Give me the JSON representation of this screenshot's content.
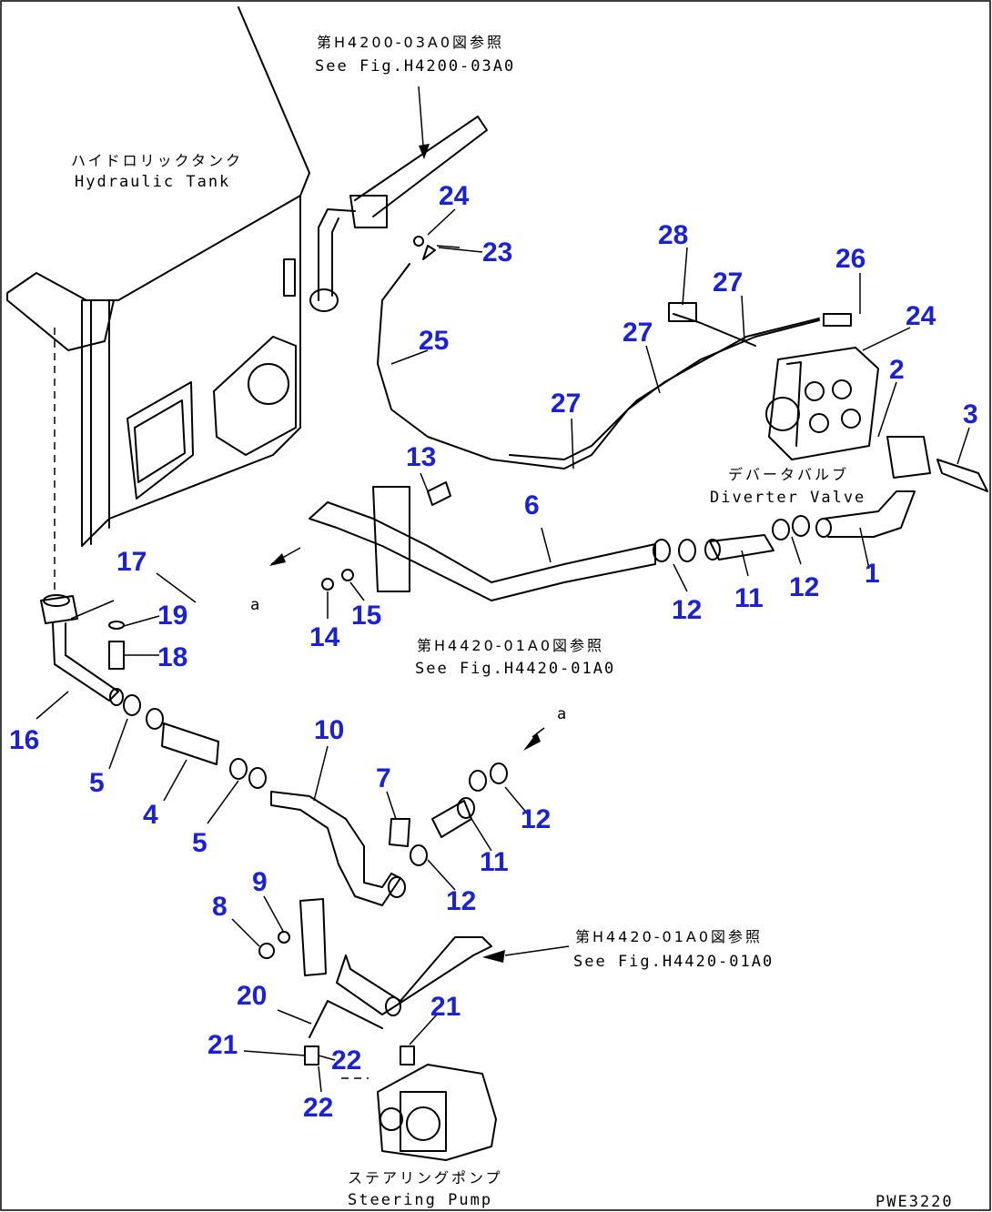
{
  "labels": {
    "tank_jp": "ハイドロリックタンク",
    "tank_en": "Hydraulic Tank",
    "valve_jp": "デバータバルブ",
    "valve_en": "Diverter Valve",
    "pump_jp": "ステアリングポンプ",
    "pump_en": "Steering Pump",
    "ref_top_jp": "第H4200-03A0図参照",
    "ref_top_en": "See Fig.H4200-03A0",
    "ref_mid_jp": "第H4420-01A0図参照",
    "ref_mid_en": "See Fig.H4420-01A0",
    "ref_low_jp": "第H4420-01A0図参照",
    "ref_low_en": "See Fig.H4420-01A0",
    "mark_a": "a",
    "drawing_code": "PWE3220"
  },
  "callouts": {
    "c1": "1",
    "c2": "2",
    "c3": "3",
    "c4": "4",
    "c5a": "5",
    "c5b": "5",
    "c6": "6",
    "c7": "7",
    "c8": "8",
    "c9": "9",
    "c10": "10",
    "c11a": "11",
    "c11b": "11",
    "c12a": "12",
    "c12b": "12",
    "c12c": "12",
    "c12d": "12",
    "c13": "13",
    "c14": "14",
    "c15": "15",
    "c16": "16",
    "c17": "17",
    "c18": "18",
    "c19": "19",
    "c20": "20",
    "c21a": "21",
    "c21b": "21",
    "c22a": "22",
    "c22b": "22",
    "c23": "23",
    "c24a": "24",
    "c24b": "24",
    "c25": "25",
    "c26": "26",
    "c27a": "27",
    "c27b": "27",
    "c27c": "27",
    "c28": "28"
  }
}
